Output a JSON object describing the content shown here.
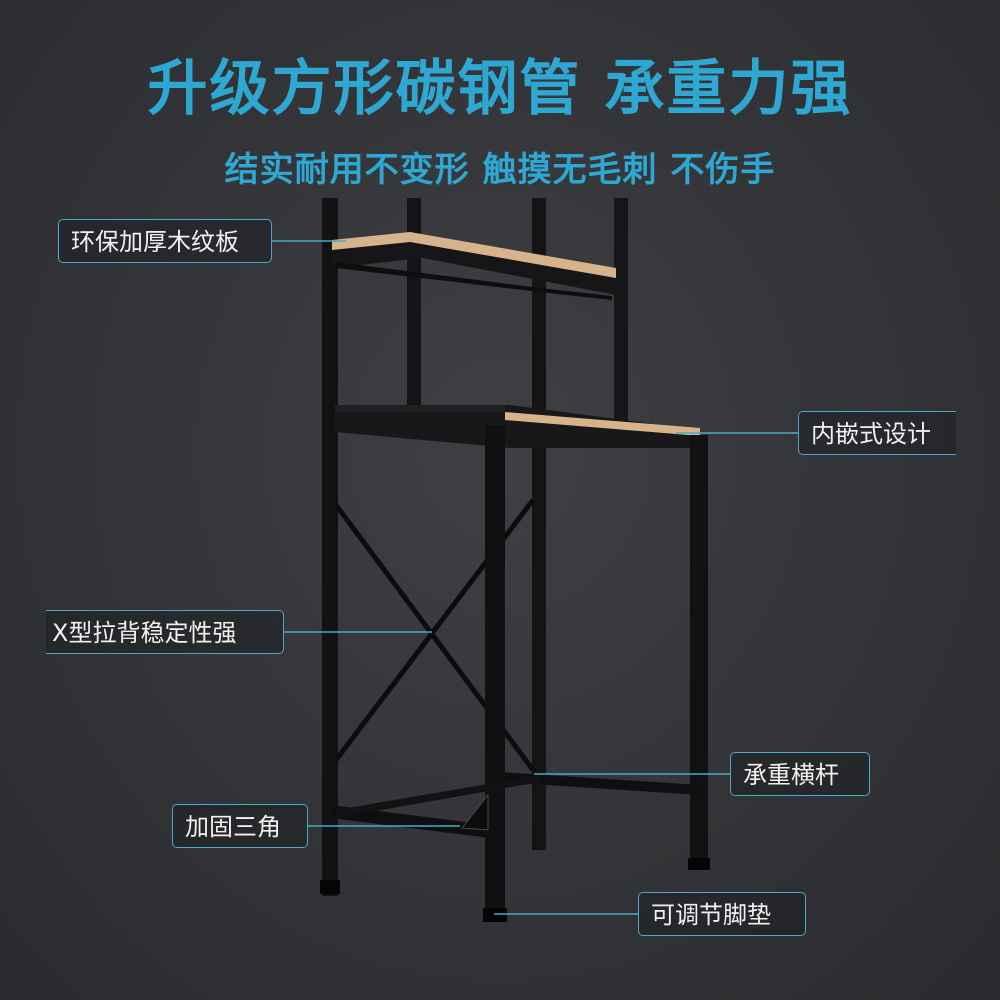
{
  "colors": {
    "accent": "#2ea8d3",
    "background": "#333437",
    "callout_border": "#4aa8c8"
  },
  "headline": "升级方形碳钢管  承重力强",
  "subline": "结实耐用不变形  触摸无毛刺  不伤手",
  "callouts": {
    "wood_board": "环保加厚木纹板",
    "embedded": "内嵌式设计",
    "x_brace": "X型拉背稳定性强",
    "crossbar": "承重横杆",
    "triangle": "加固三角",
    "foot_pad": "可调节脚垫"
  }
}
